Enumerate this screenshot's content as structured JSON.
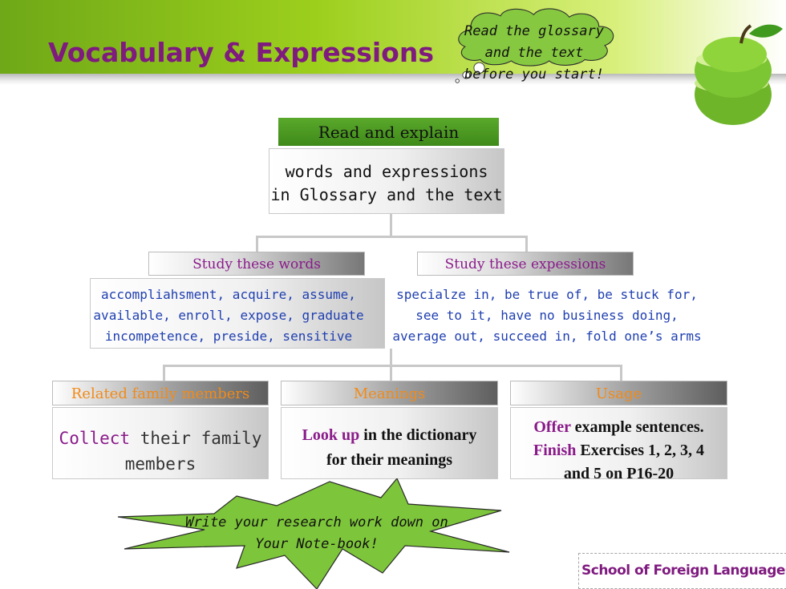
{
  "slide": {
    "title": "Vocabulary & Expressions"
  },
  "callout": {
    "line1": "Read the glossary",
    "line2": "and the text",
    "line3": "before you start!"
  },
  "read_section": {
    "header": "Read and explain",
    "line1": "words and expressions",
    "line2": "in Glossary and the text"
  },
  "study_words": {
    "header": "Study these words",
    "lines": [
      "accompliahsment, acquire, assume,",
      "available, enroll, expose, graduate",
      "incompetence, preside, sensitive"
    ]
  },
  "study_expressions": {
    "header": "Study these expessions",
    "lines": [
      "specialze in, be true of, be stuck for,",
      "see to it, have no business doing,",
      "average out, succeed in, fold one’s arms"
    ]
  },
  "related_family": {
    "header": "Related family members",
    "keyword": "Collect",
    "rest1": " their family",
    "rest2": "members"
  },
  "meanings": {
    "header": "Meanings",
    "keyword": "Look up",
    "rest1": " in the dictionary",
    "rest2": "for their meanings"
  },
  "usage": {
    "header": "Usage",
    "keyword1": "Offer",
    "rest1": " example sentences.",
    "keyword2": "Finish",
    "rest2": " Exercises 1, 2, 3, 4",
    "rest3": "and 5 on P16-20"
  },
  "star_note": {
    "line1": "Write your research work down on",
    "line2": "Your Note-book!"
  },
  "footer": {
    "school": "School of Foreign Languages"
  },
  "colors": {
    "title": "#7f1a7f",
    "header_green": "#9ccf1c",
    "words_blue": "#1f3fb0",
    "family_orange": "#f28a17",
    "star_green": "#7dc53a"
  },
  "icons": {
    "apple": "green-apple-icon",
    "cloud": "thought-cloud-icon",
    "star": "starburst-icon"
  }
}
